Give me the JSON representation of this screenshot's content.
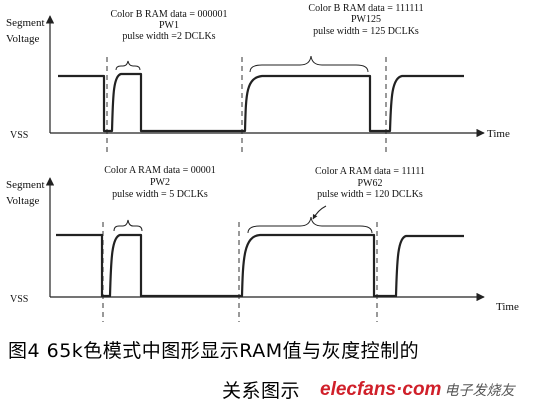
{
  "colors": {
    "line": "#222222",
    "dash": "#333333",
    "caption": "#000000",
    "watermark": "#d0202a"
  },
  "top_panel": {
    "y_label_line1": "Segment",
    "y_label_line2": "Voltage",
    "baseline_label": "VSS",
    "time_label": "Time",
    "pulse_1": {
      "line1": "Color B RAM data = 000001",
      "line2": "PW1",
      "line3": "pulse width =2 DCLKs",
      "pulse_width_dclks": 2
    },
    "pulse_2": {
      "line1": "Color B RAM data = 111111",
      "line2": "PW125",
      "line3": "pulse width = 125 DCLKs",
      "pulse_width_dclks": 125
    }
  },
  "bottom_panel": {
    "y_label_line1": "Segment",
    "y_label_line2": "Voltage",
    "baseline_label": "VSS",
    "time_label": "Time",
    "pulse_1": {
      "line1": "Color A RAM data = 00001",
      "line2": "PW2",
      "line3": "pulse width = 5 DCLKs",
      "pulse_width_dclks": 5
    },
    "pulse_2": {
      "line1": "Color A RAM data = 11111",
      "line2": "PW62",
      "line3": "pulse width = 120 DCLKs",
      "pulse_width_dclks": 120
    }
  },
  "caption": {
    "line1": "图4  65k色模式中图形显示RAM值与灰度控制的",
    "line2": "关系图示"
  },
  "watermark": {
    "brand": "elecfans·com",
    "chinese": "电子发烧友"
  }
}
